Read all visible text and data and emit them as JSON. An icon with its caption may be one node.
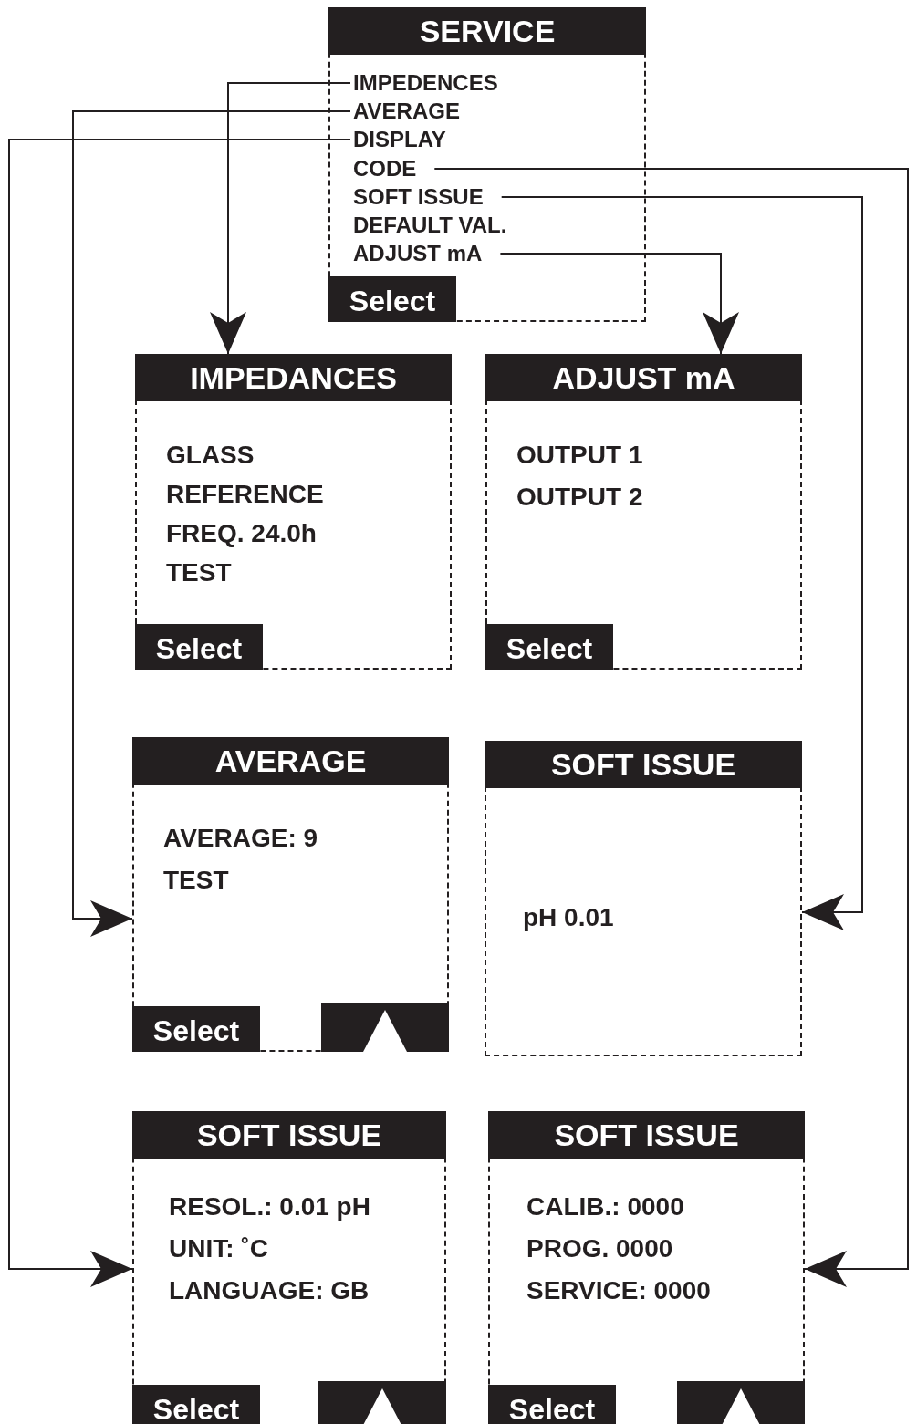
{
  "diagram": {
    "nodes": [
      {
        "text": [
          "SERVICE",
          "Select"
        ]
      },
      {
        "text": [
          "IMPEDENCES"
        ],
        "in": 0
      },
      {
        "text": [
          "AVERAGE"
        ],
        "in": 0
      },
      {
        "text": [
          "DISPLAY"
        ],
        "in": 0
      },
      {
        "text": [
          "CODE"
        ],
        "in": 0
      },
      {
        "text": [
          "SOFT ISSUE"
        ],
        "in": 0
      },
      {
        "text": [
          "DEFAULT VAL."
        ],
        "in": 0
      },
      {
        "text": [
          "ADJUST mA"
        ],
        "in": 0
      },
      {
        "text": [
          "IMPEDANCES",
          "GLASS",
          "REFERENCE",
          "FREQ. 24.0h",
          "TEST",
          "Select"
        ]
      },
      {
        "text": [
          "ADJUST mA",
          "OUTPUT 1",
          "OUTPUT 2",
          "Select"
        ]
      },
      {
        "text": [
          "AVERAGE",
          "AVERAGE: 9",
          "TEST",
          "Select"
        ]
      },
      {
        "text": [
          "SOFT ISSUE",
          "pH 0.01"
        ]
      },
      {
        "text": [
          "SOFT ISSUE",
          "RESOL.: 0.01 pH",
          "UNIT: ˚C",
          "LANGUAGE: GB",
          "Select"
        ]
      },
      {
        "text": [
          "SOFT ISSUE",
          "CALIB.: 0000",
          "PROG. 0000",
          "SERVICE: 0000",
          "Select"
        ]
      }
    ],
    "edges": [
      {
        "from": 1,
        "to": 8,
        "arrow": "to"
      },
      {
        "from": 2,
        "to": 10,
        "arrow": "to"
      },
      {
        "from": 3,
        "to": 12,
        "arrow": "to"
      },
      {
        "from": 4,
        "to": 13,
        "arrow": "to"
      },
      {
        "from": 5,
        "to": 11,
        "arrow": "to"
      },
      {
        "from": 7,
        "to": 9,
        "arrow": "to"
      }
    ]
  }
}
